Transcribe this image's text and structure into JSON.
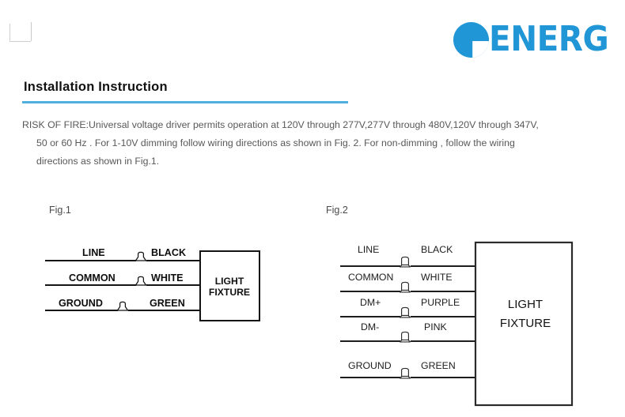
{
  "header": {
    "logo_letter": "G",
    "logo_text": "ENERG",
    "logo_color": "#2196d6"
  },
  "title": {
    "text": "Installation  Instruction",
    "rule_color": "#4fb0dd"
  },
  "body": {
    "line1": "RISK OF FIRE:Universal voltage driver permits operation  at 120V through 277V,277V through 480V,120V through 347V,",
    "line2": "50 or 60 Hz . For 1-10V dimming follow wiring directions as shown  in Fig. 2. For non-dimming , follow the wiring",
    "line3": "directions as shown in Fig.1."
  },
  "figures": [
    {
      "label": "Fig.1",
      "fixture_line1": "LIGHT",
      "fixture_line2": "FIXTURE",
      "wires": [
        {
          "left_label": "LINE",
          "right_label": "BLACK"
        },
        {
          "left_label": "COMMON",
          "right_label": "WHITE"
        },
        {
          "left_label": "GROUND",
          "right_label": "GREEN"
        }
      ]
    },
    {
      "label": "Fig.2",
      "fixture_line1": "LIGHT",
      "fixture_line2": "FIXTURE",
      "wires": [
        {
          "left_label": "LINE",
          "right_label": "BLACK"
        },
        {
          "left_label": "COMMON",
          "right_label": "WHITE"
        },
        {
          "left_label": "DM+",
          "right_label": "PURPLE"
        },
        {
          "left_label": "DM-",
          "right_label": "PINK"
        },
        {
          "left_label": "GROUND",
          "right_label": "GREEN"
        }
      ]
    }
  ]
}
